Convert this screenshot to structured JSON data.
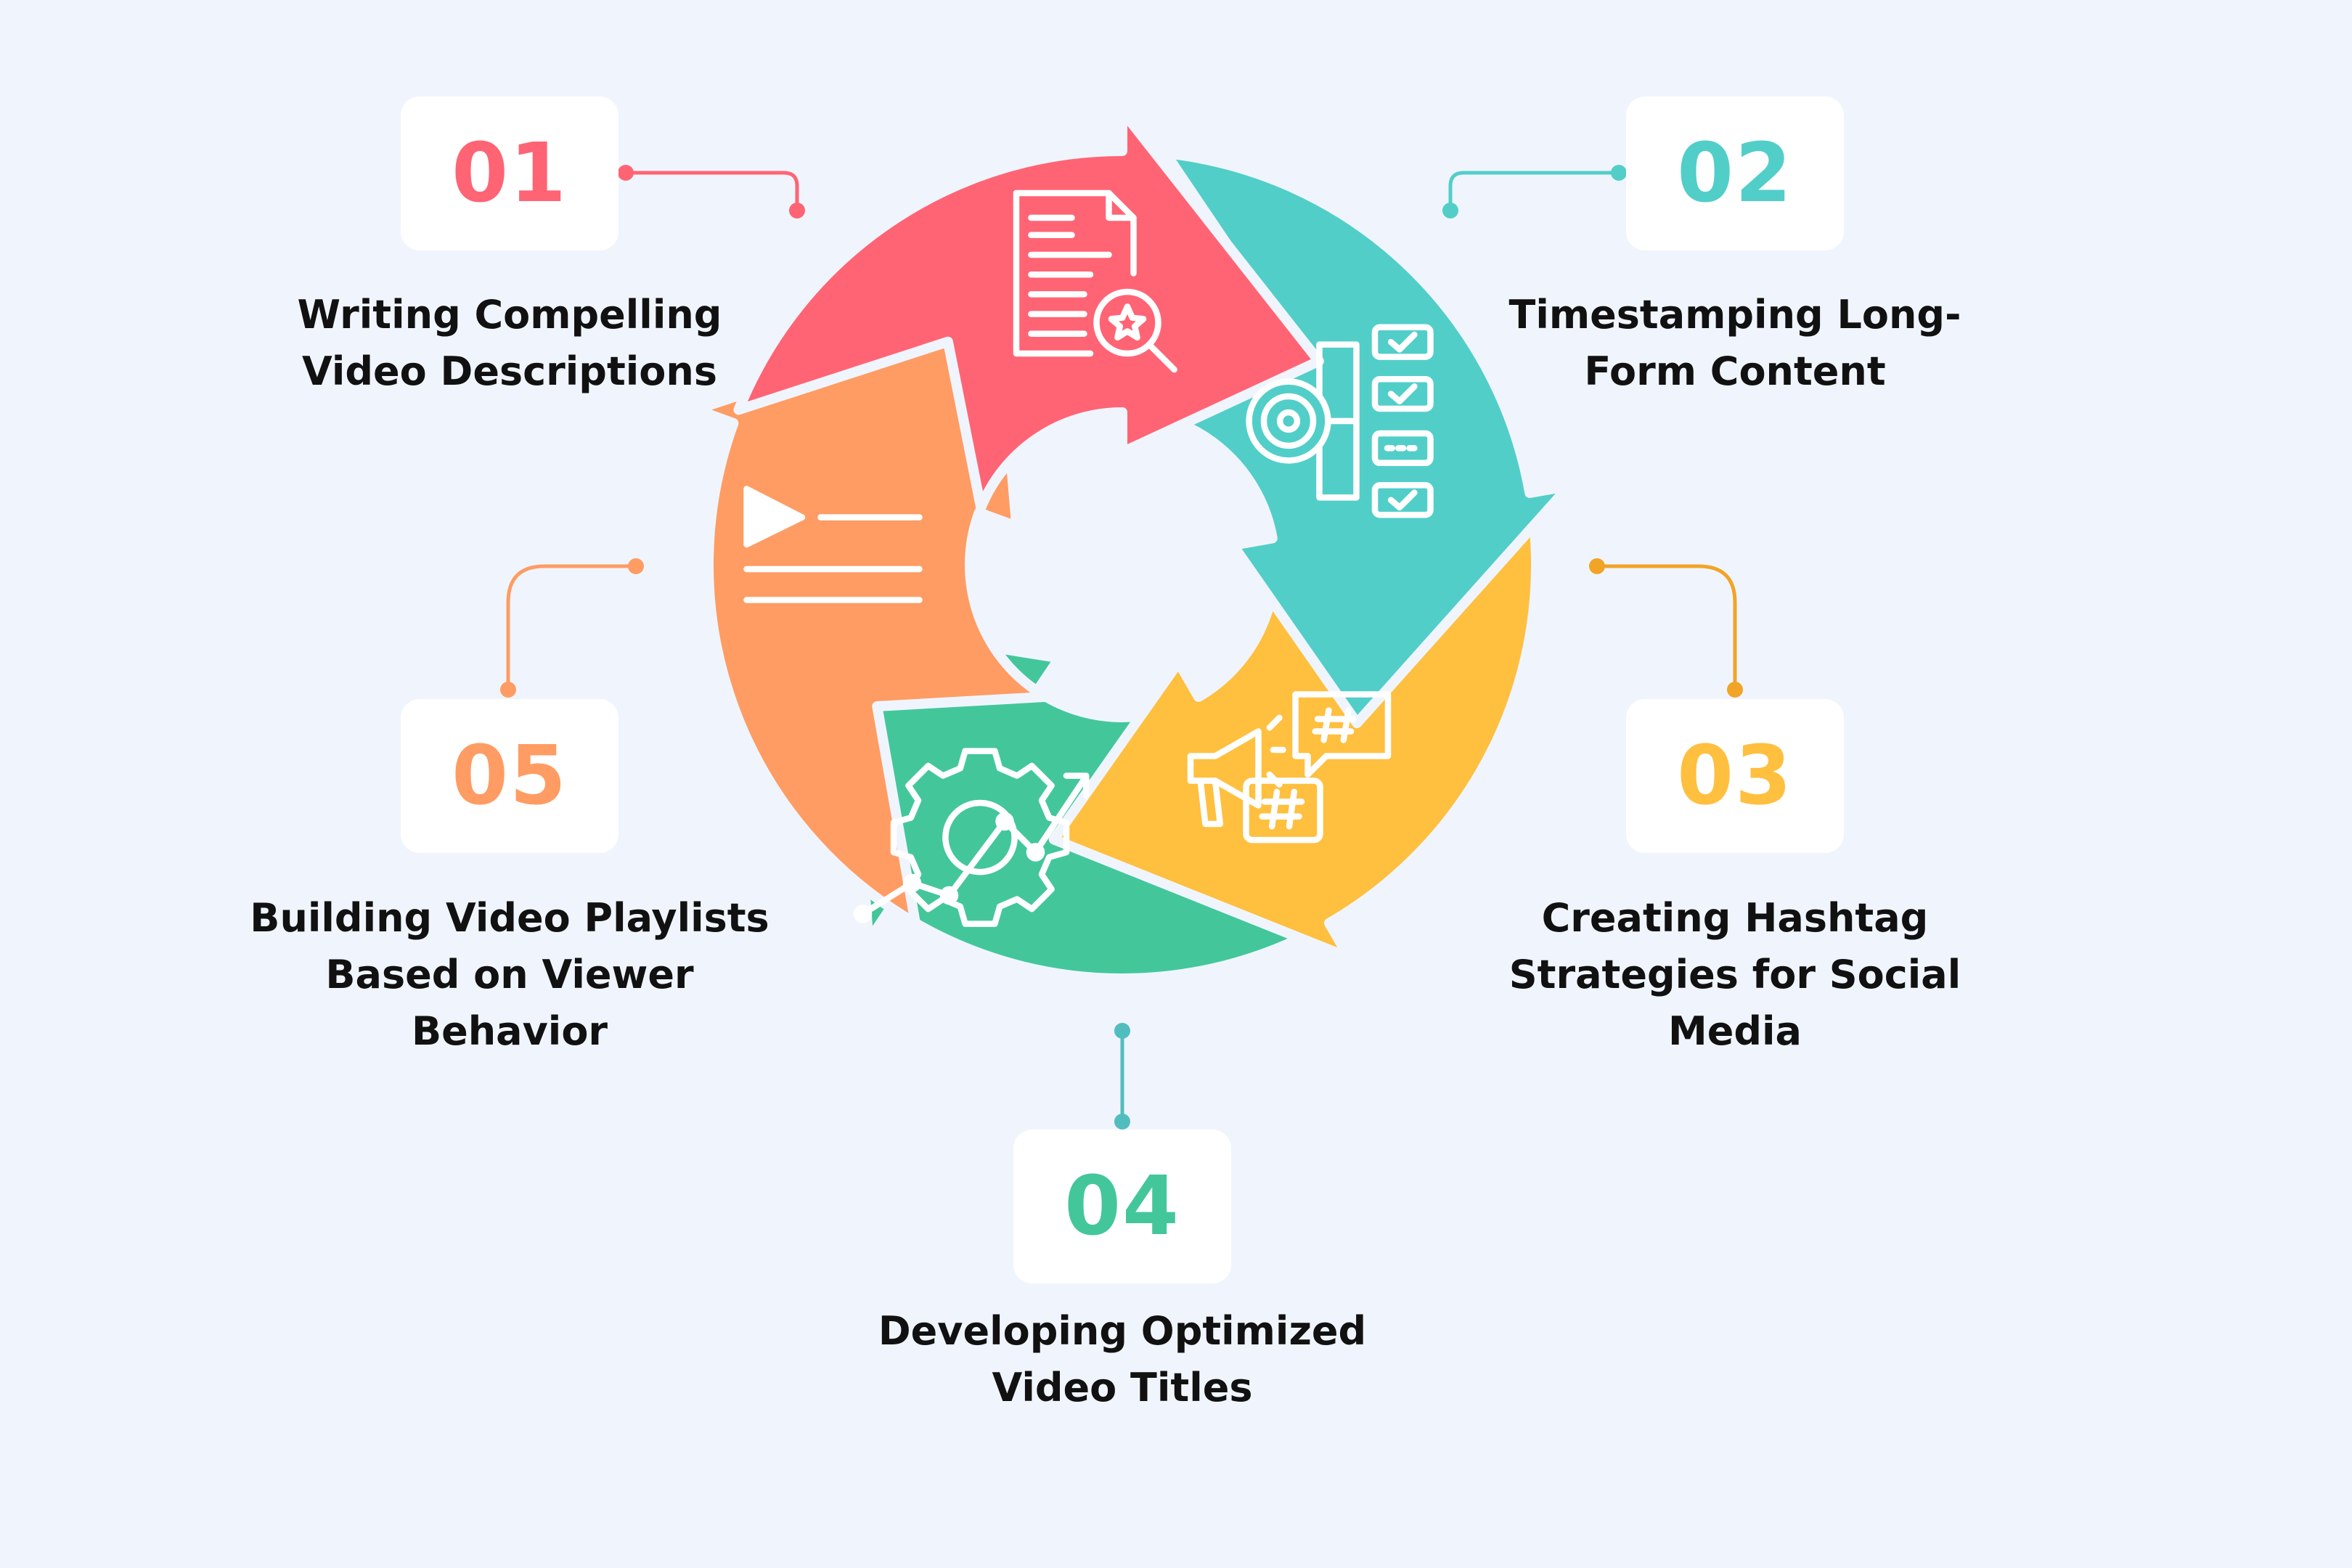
{
  "colors": {
    "background": "#F0F5FD",
    "step1": "#FF6474",
    "step2": "#52CEC9",
    "step3": "#FFBF3F",
    "step4": "#43C79A",
    "step5": "#FF9C63"
  },
  "steps": [
    {
      "number": "01",
      "label": "Writing Compelling Video Descriptions",
      "icon": "document-star-search-icon"
    },
    {
      "number": "02",
      "label": "Timestamping Long-Form Content",
      "icon": "target-checklist-icon"
    },
    {
      "number": "03",
      "label": "Creating Hashtag Strategies for Social Media",
      "icon": "megaphone-hashtag-icon"
    },
    {
      "number": "04",
      "label": "Developing Optimized Video Titles",
      "icon": "gear-growth-chart-icon"
    },
    {
      "number": "05",
      "label": "Building Video Playlists Based on Viewer Behavior",
      "icon": "play-list-icon"
    }
  ]
}
